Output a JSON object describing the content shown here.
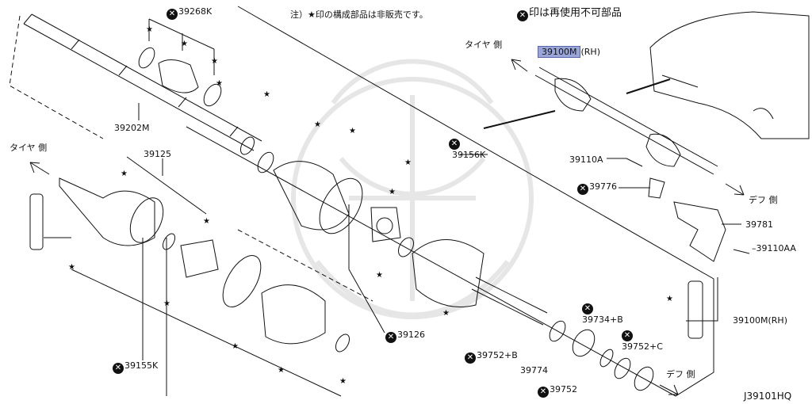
{
  "notes": {
    "star_note": "注）★印の構成部品は非販売です。",
    "x_note": "印は再使用不可部品"
  },
  "directions": {
    "tire_side_top": "タイヤ 側",
    "tire_side_left": "タイヤ 側",
    "diff_side_right": "デフ 側",
    "diff_side_bottom": "デフ 側"
  },
  "parts": {
    "p39268K": "39268K",
    "p39202M": "39202M",
    "p39125": "39125",
    "p39156K": "39156K",
    "p39100M_hl": "39100M",
    "p39100M_hl_suffix": "(RH)",
    "p39110A": "39110A",
    "p39776": "39776",
    "p39781": "39781",
    "p39110AA": "39110AA",
    "p39100M": "39100M(RH)",
    "p39126": "39126",
    "p39734B": "39734+B",
    "p39752B": "39752+B",
    "p39752C": "39752+C",
    "p39774": "39774",
    "p39752": "39752",
    "p39155K": "39155K"
  },
  "diagram_code": "J39101HQ",
  "colors": {
    "line": "#111111",
    "highlight": "#9aa6d8",
    "watermark": "#e4e4e4"
  },
  "icons": {
    "non_reusable": "x-circle-icon",
    "not_sold": "star-icon"
  }
}
